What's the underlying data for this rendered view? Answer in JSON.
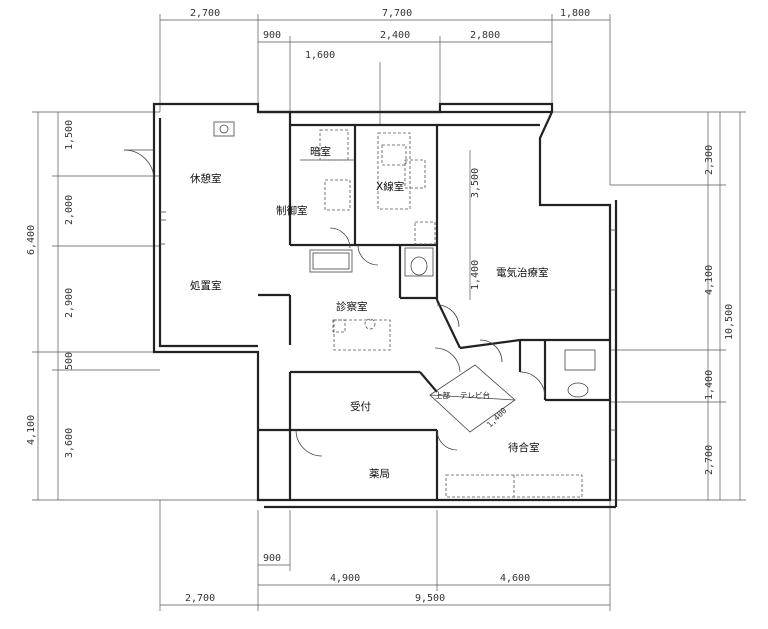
{
  "dimensions": {
    "top_outer": [
      "2,700",
      "7,700",
      "1,800"
    ],
    "top_inner": [
      "900",
      "2,400",
      "2,800"
    ],
    "top_inner2": "1,600",
    "left_outer": [
      "6,400",
      "4,100"
    ],
    "left_inner": [
      "1,500",
      "2,000",
      "2,900",
      "500",
      "3,600"
    ],
    "right_inner": [
      "2,300",
      "4,100",
      "1,400",
      "2,700"
    ],
    "right_outer": "10,500",
    "center_top": "3,500",
    "center_mid": "1,400",
    "tv_depth": "1,400",
    "bottom_inner": "900",
    "bottom_mid": [
      "4,900",
      "4,600"
    ],
    "bottom_outer": [
      "2,700",
      "9,500"
    ]
  },
  "rooms": {
    "rest": "休憩室",
    "dark": "暗室",
    "xray": "X線室",
    "control": "制御室",
    "electro": "電気治療室",
    "treatment": "処置室",
    "exam": "診察室",
    "reception": "受付",
    "pharmacy": "薬局",
    "waiting": "待合室",
    "upper_shelf": "上部",
    "tv_stand": "テレビ台"
  }
}
